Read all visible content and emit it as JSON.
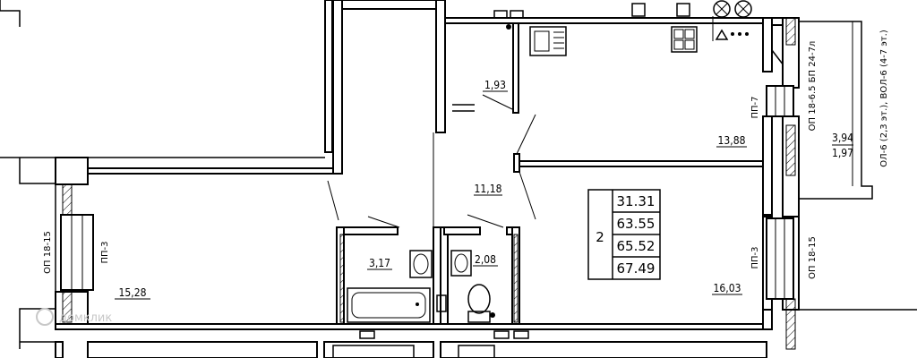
{
  "rooms": {
    "bedroom_left": "15,28",
    "bath": "3,17",
    "wc": "2,08",
    "closet": "1,93",
    "hall": "11,18",
    "kitchen": "13,88",
    "bedroom_right": "16,03"
  },
  "balcony": {
    "top": "3,94",
    "bottom": "1,97"
  },
  "summary": {
    "rooms_count": "2",
    "values": [
      "31.31",
      "63.55",
      "65.52",
      "67.49"
    ]
  },
  "wall_tags": {
    "left_window": "ОП 18-15",
    "left_partition": "ПП-3",
    "right_partition_top": "ПП-7",
    "right_partition_bottom": "ПП-3",
    "right_window_bottom": "ОП 18-15",
    "balcony_door": "ОП 18-6.5 БП 24-7л",
    "balcony_right": "ОЛ-6 (2,3 эт.), ВОЛ-6 (4-7 эт.)"
  },
  "watermark": "домклик"
}
